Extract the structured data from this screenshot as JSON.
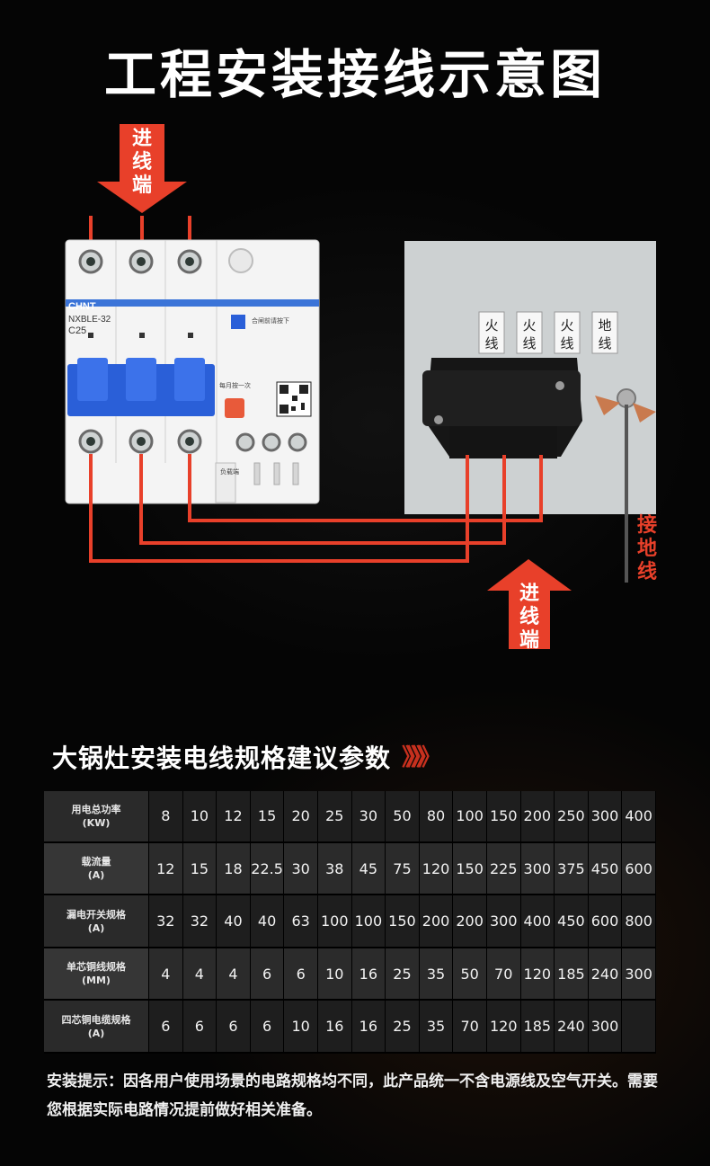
{
  "title": "工程安装接线示意图",
  "labels": {
    "input_top": "进线端",
    "input_bottom": "进线端",
    "ground": "接地线"
  },
  "breaker": {
    "brand": "CHNT",
    "model": "NXBLE-32",
    "rating": "C25",
    "push_note": "合闸前请按下",
    "monthly_note": "每月按一次",
    "load_side": "负载端"
  },
  "panel_tags": [
    "火线",
    "火线",
    "火线",
    "地线"
  ],
  "colors": {
    "wire": "#e8402a",
    "arrow": "#e8402a",
    "breaker_blue": "#2a5fd8",
    "test_button": "#e85a3a"
  },
  "section_title": "大锅灶安装电线规格建议参数",
  "chevrons": "》》》》",
  "table": {
    "rows": [
      {
        "label": "用电总功率",
        "unit": "(KW)",
        "values": [
          "8",
          "10",
          "12",
          "15",
          "20",
          "25",
          "30",
          "50",
          "80",
          "100",
          "150",
          "200",
          "250",
          "300",
          "400"
        ]
      },
      {
        "label": "载流量",
        "unit": "(A)",
        "values": [
          "12",
          "15",
          "18",
          "22.5",
          "30",
          "38",
          "45",
          "75",
          "120",
          "150",
          "225",
          "300",
          "375",
          "450",
          "600"
        ]
      },
      {
        "label": "漏电开关规格",
        "unit": "(A)",
        "values": [
          "32",
          "32",
          "40",
          "40",
          "63",
          "100",
          "100",
          "150",
          "200",
          "200",
          "300",
          "400",
          "450",
          "600",
          "800"
        ]
      },
      {
        "label": "单芯铜线规格",
        "unit": "(MM)",
        "values": [
          "4",
          "4",
          "4",
          "6",
          "6",
          "10",
          "16",
          "25",
          "35",
          "50",
          "70",
          "120",
          "185",
          "240",
          "300"
        ]
      },
      {
        "label": "四芯铜电缆规格",
        "unit": "(A)",
        "values": [
          "6",
          "6",
          "6",
          "6",
          "10",
          "16",
          "16",
          "25",
          "35",
          "70",
          "120",
          "185",
          "240",
          "300",
          ""
        ]
      }
    ]
  },
  "note": "安装提示：因各用户使用场景的电路规格均不同，此产品统一不含电源线及空气开关。需要您根据实际电路情况提前做好相关准备。"
}
